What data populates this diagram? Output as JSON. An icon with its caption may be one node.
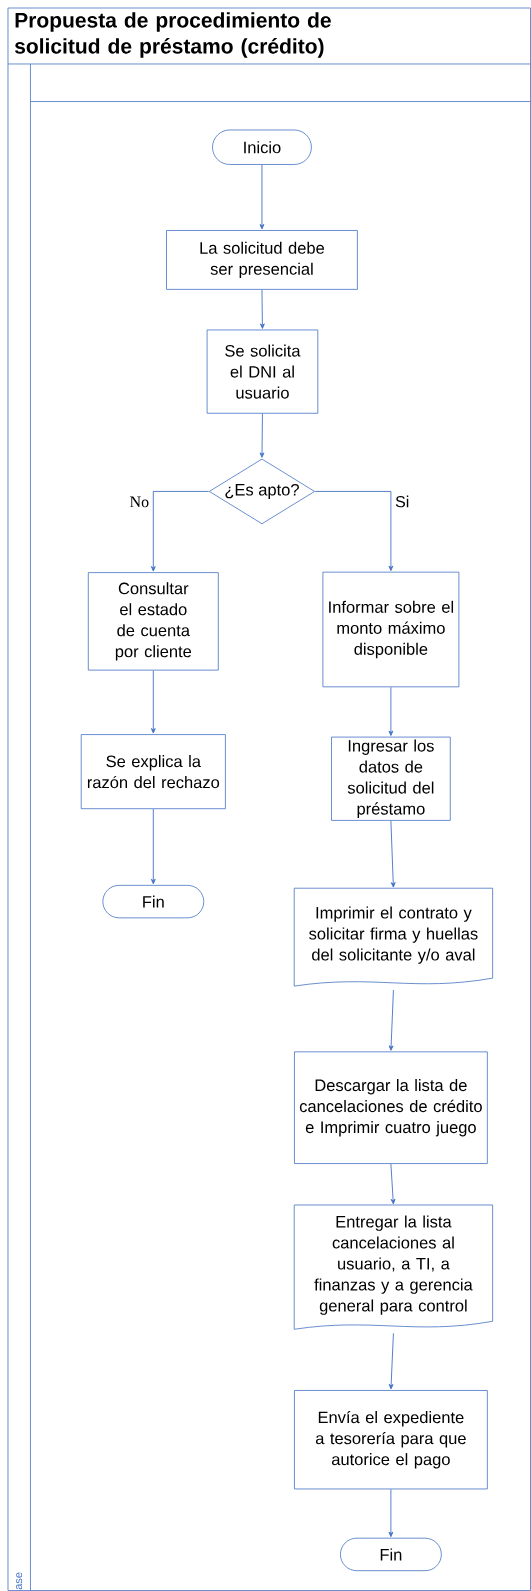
{
  "diagram": {
    "title": "Propuesta de procedimiento de solicitud de préstamo (crédito)",
    "nodes": [
      {
        "text": [
          "Inicio"
        ]
      },
      {
        "text": [
          "La solicitud debe ser presencial"
        ]
      },
      {
        "text": [
          "Se solicita el DNI al usuario"
        ]
      },
      {
        "text": [
          "¿Es apto?"
        ]
      },
      {
        "text": [
          "Consultar el estado de cuenta por cliente"
        ]
      },
      {
        "text": [
          "Se explica la razón del rechazo"
        ]
      },
      {
        "text": [
          "Fin"
        ]
      },
      {
        "text": [
          "Informar sobre el monto máximo disponible"
        ]
      },
      {
        "text": [
          "Ingresar los datos de solicitud del préstamo"
        ]
      },
      {
        "text": [
          "Imprimir el contrato y solicitar firma y huellas del solicitante y/o aval"
        ]
      },
      {
        "text": [
          "Descargar la lista de cancelaciones de crédito e Imprimir cuatro juego"
        ]
      },
      {
        "text": [
          "Entregar la lista cancelaciones al usuario, a TI, a finanzas y a gerencia general para control"
        ]
      },
      {
        "text": [
          "Envía el expediente a tesorería para que autorice el pago"
        ]
      },
      {
        "text": [
          "Fin"
        ]
      }
    ],
    "edges": [
      {
        "from": 0,
        "to": 1,
        "arrow": "to"
      },
      {
        "from": 1,
        "to": 2,
        "arrow": "to"
      },
      {
        "from": 2,
        "to": 3,
        "arrow": "to"
      },
      {
        "from": 3,
        "to": 4,
        "arrow": "to",
        "label": "No"
      },
      {
        "from": 3,
        "to": 7,
        "arrow": "to",
        "label": "Si"
      },
      {
        "from": 4,
        "to": 5,
        "arrow": "to"
      },
      {
        "from": 5,
        "to": 6,
        "arrow": "to"
      },
      {
        "from": 7,
        "to": 8,
        "arrow": "to"
      },
      {
        "from": 8,
        "to": 9,
        "arrow": "to"
      },
      {
        "from": 9,
        "to": 10,
        "arrow": "to"
      },
      {
        "from": 10,
        "to": 11,
        "arrow": "to"
      },
      {
        "from": 11,
        "to": 12,
        "arrow": "to"
      },
      {
        "from": 12,
        "to": 13,
        "arrow": "to"
      }
    ],
    "labels": [
      "ase"
    ]
  }
}
